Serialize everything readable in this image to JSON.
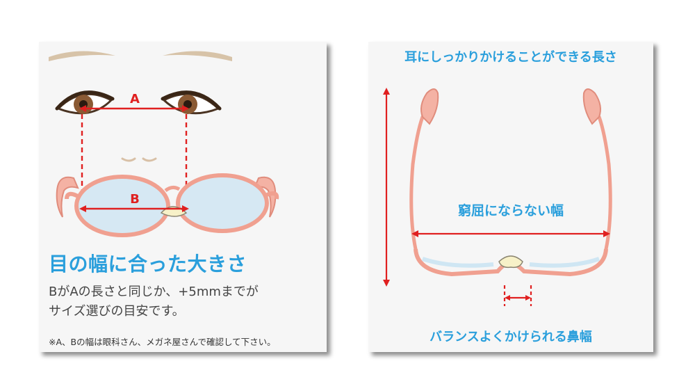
{
  "left_panel": {
    "label_a": "A",
    "label_b": "B",
    "headline": "目の幅に合った大きさ",
    "description_lines": [
      "BがAの長さと同じか、+5mmまでが",
      "サイズ選びの目安です。"
    ],
    "note": "※A、Bの幅は眼科さん、メガネ屋さんで確認して下さい。"
  },
  "right_panel": {
    "top_caption": "耳にしっかりかけることができる長さ",
    "middle_caption": "窮屈にならない幅",
    "bottom_caption": "バランスよくかけられる鼻幅"
  },
  "colors": {
    "accent_blue": "#2a9fdc",
    "arrow_red": "#e02020",
    "frame_pink": "#f0a090",
    "lens_blue": "#cfe6f3"
  }
}
